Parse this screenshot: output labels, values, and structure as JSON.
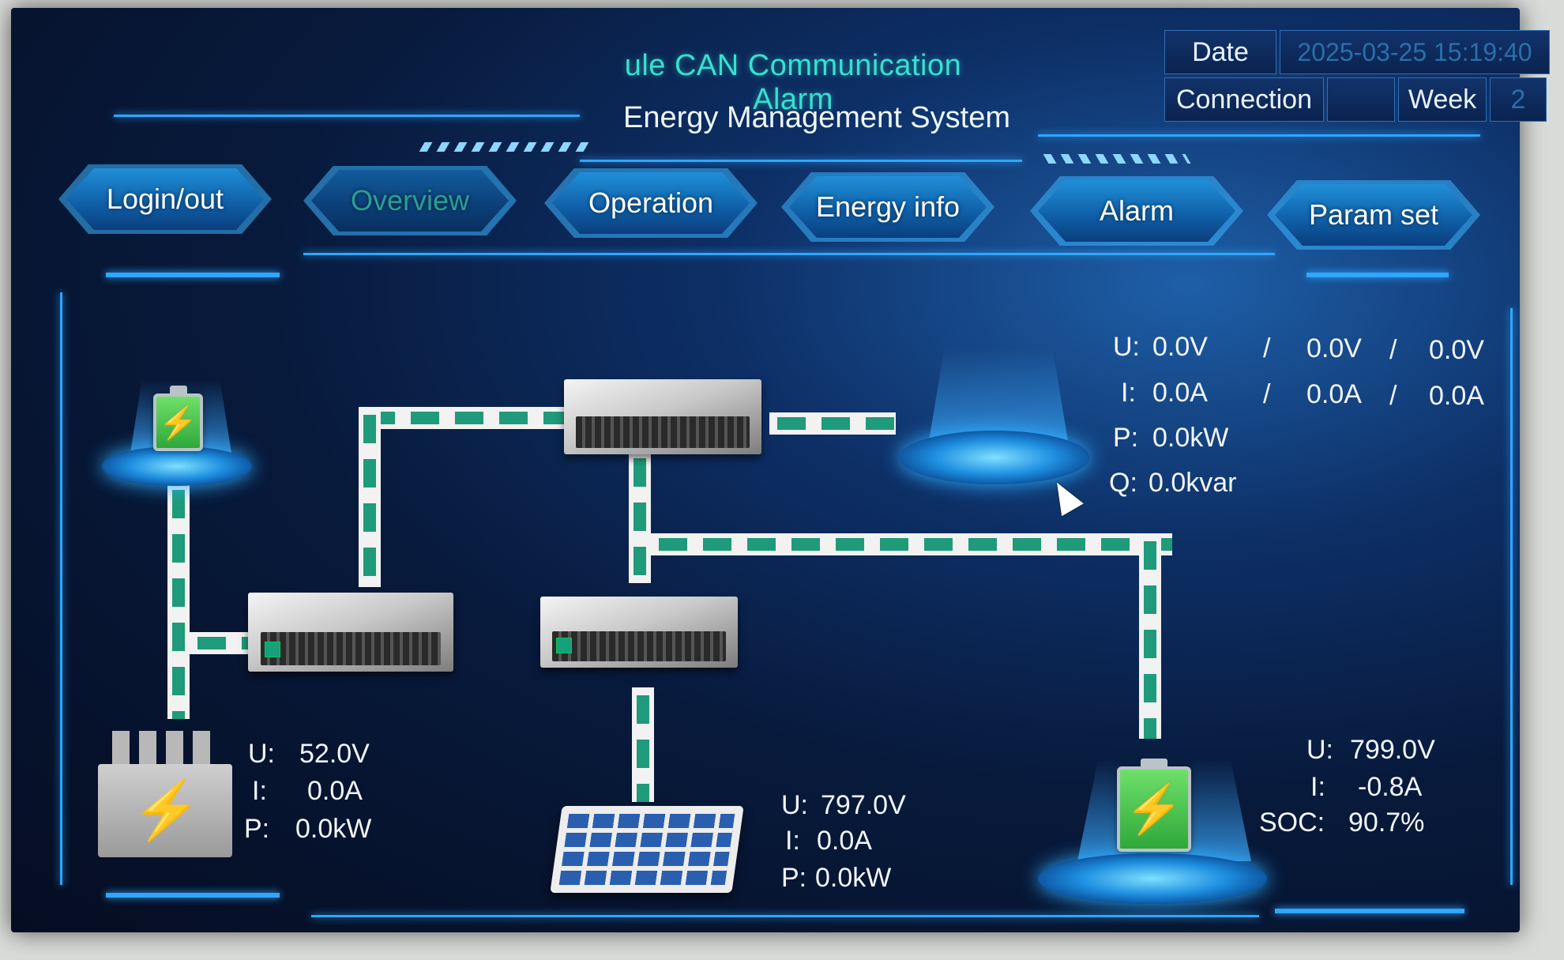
{
  "header": {
    "alarm": "ule CAN Communication Alarm",
    "title": "Energy Management System",
    "date_label": "Date",
    "date_value": "2025-03-25 15:19:40",
    "connection_label": "Connection",
    "connection_value": "",
    "week_label": "Week",
    "week_value": "2"
  },
  "tabs": [
    {
      "label": "Login/out",
      "active": false
    },
    {
      "label": "Overview",
      "active": true
    },
    {
      "label": "Operation",
      "active": false
    },
    {
      "label": "Energy info",
      "active": false
    },
    {
      "label": "Alarm",
      "active": false
    },
    {
      "label": "Param set",
      "active": false
    }
  ],
  "grid": {
    "u_label": "U:",
    "u1": "0.0V",
    "u2": "0.0V",
    "u3": "0.0V",
    "i_label": "I:",
    "i1": "0.0A",
    "i2": "0.0A",
    "i3": "0.0A",
    "sep": "/",
    "p_label": "P:",
    "p": "0.0kW",
    "q_label": "Q:",
    "q": "0.0kvar"
  },
  "dc_source": {
    "u_label": "U:",
    "u": "52.0V",
    "i_label": "I:",
    "i": "0.0A",
    "p_label": "P:",
    "p": "0.0kW"
  },
  "pv": {
    "u_label": "U:",
    "u": "797.0V",
    "i_label": "I:",
    "i": "0.0A",
    "p_label": "P:",
    "p": "0.0kW"
  },
  "battery": {
    "u_label": "U:",
    "u": "799.0V",
    "i_label": "I:",
    "i": "-0.8A",
    "soc_label": "SOC:",
    "soc": "90.7%"
  },
  "colors": {
    "accent": "#2fa7ff",
    "alarm_text": "#36e0d0",
    "flow_line": "#1f9a7a",
    "battery_green": "#3fbf45"
  },
  "icons": [
    "battery-icon",
    "transformer-icon",
    "solar-panel-icon",
    "inverter-device",
    "grid-platform-icon",
    "mouse-cursor-icon"
  ]
}
